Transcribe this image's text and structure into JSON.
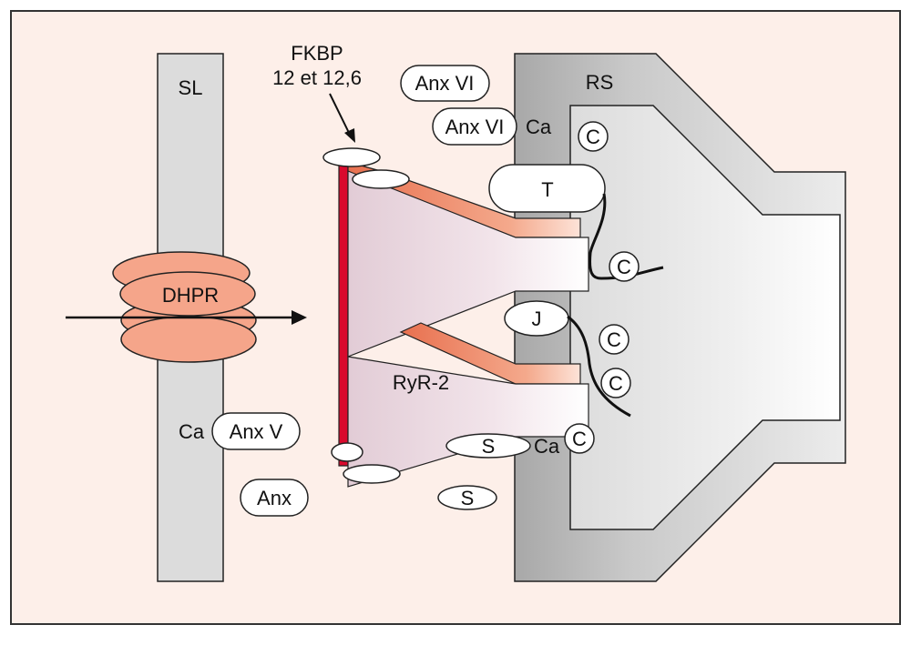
{
  "diagram": {
    "labels": {
      "sl": "SL",
      "rs": "RS",
      "dhpr": "DHPR",
      "ryr": "RyR-2",
      "fkbp_line1": "FKBP",
      "fkbp_line2": "12 et 12,6"
    },
    "pills": {
      "anx_vi_top": "Anx VI",
      "anx_vi_mid": "Anx VI",
      "anx_v": "Anx V",
      "anx": "Anx",
      "t": "T",
      "j": "J",
      "s_upper": "S",
      "s_lower": "S"
    },
    "calcium": {
      "ca_anx_vi": "Ca",
      "ca_anx_v": "Ca",
      "ca_s": "Ca"
    },
    "calsequestrin": [
      "C",
      "C",
      "C",
      "C",
      "C"
    ],
    "colors": {
      "background": "#fdefe9",
      "membrane": "#dcdcdc",
      "dhpr": "#f5a58a",
      "ryr_red": "#d90a2d",
      "ryr_body": "#e8d4dc",
      "rs_dark": "#a9a9a9",
      "rs_light": "#e2e2e2",
      "protein_white": "#ffffff"
    }
  }
}
